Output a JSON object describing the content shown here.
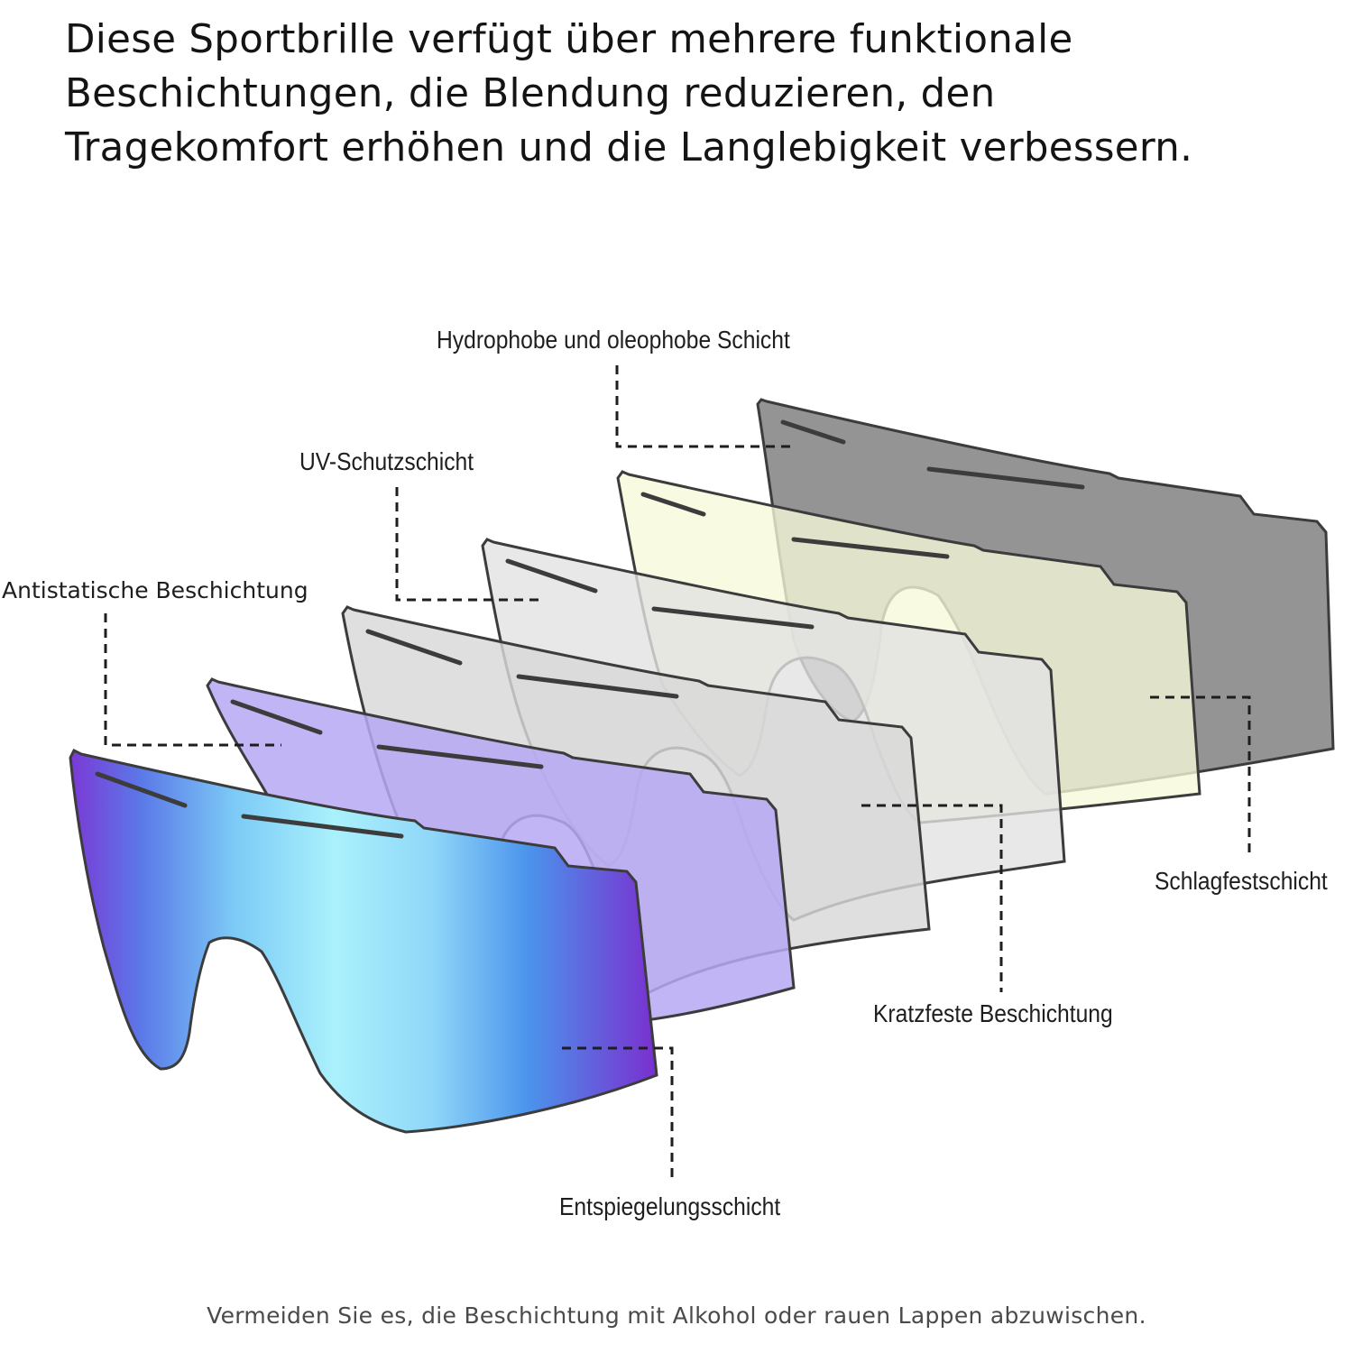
{
  "headline": {
    "lines": [
      "Diese Sportbrille verfügt über mehrere funktionale",
      "Beschichtungen, die Blendung reduzieren, den",
      "Tragekomfort erhöhen und die Langlebigkeit verbessern."
    ]
  },
  "layers": [
    {
      "label": "Entspiegelungsschicht",
      "fill": "mirror-gradient"
    },
    {
      "label": "Antistatische Beschichtung",
      "fill": "#b6a8f5"
    },
    {
      "label": "Kratzfeste Beschichtung",
      "fill": "#d9d9d9"
    },
    {
      "label": "UV-Schutzschicht",
      "fill": "#e4e4e4"
    },
    {
      "label": "Schlagfestschicht",
      "fill": "#f7f8da"
    },
    {
      "label": "Hydrophobe und oleophobe Schicht",
      "fill": "#8e8e8e"
    }
  ],
  "colors": {
    "mirror_purple": "#7b39d6",
    "mirror_blue": "#4aa0ee",
    "mirror_cyan": "#a8f0fc",
    "outline": "#3c3c3c"
  },
  "footnote": "Vermeiden Sie es, die Beschichtung mit Alkohol oder rauen Lappen abzuwischen."
}
